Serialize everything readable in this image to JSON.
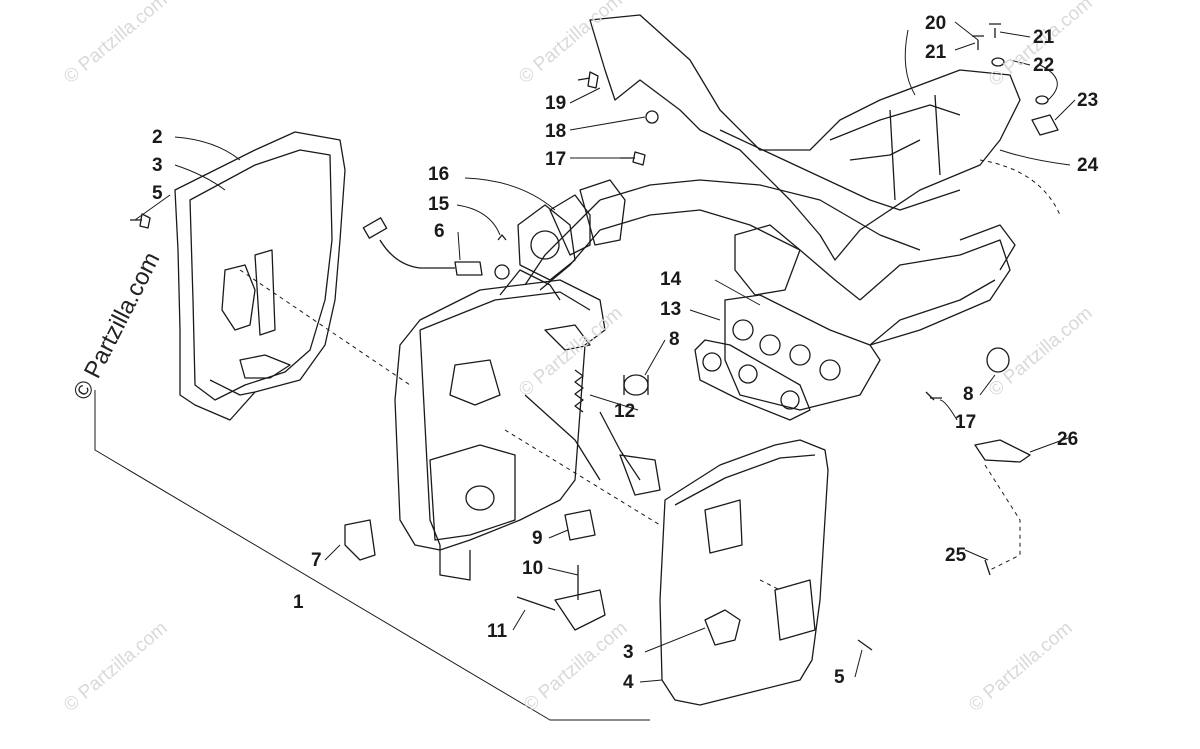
{
  "watermark": "© Partzilla.com",
  "callouts": {
    "c1": "1",
    "c2": "2",
    "c3a": "3",
    "c3b": "3",
    "c4": "4",
    "c5a": "5",
    "c5b": "5",
    "c6": "6",
    "c7": "7",
    "c8a": "8",
    "c8b": "8",
    "c9": "9",
    "c10": "10",
    "c11": "11",
    "c12": "12",
    "c13": "13",
    "c14": "14",
    "c15": "15",
    "c16": "16",
    "c17a": "17",
    "c17b": "17",
    "c18": "18",
    "c19": "19",
    "c20": "20",
    "c21a": "21",
    "c21b": "21",
    "c22": "22",
    "c23": "23",
    "c24": "24",
    "c25": "25",
    "c26": "26"
  }
}
